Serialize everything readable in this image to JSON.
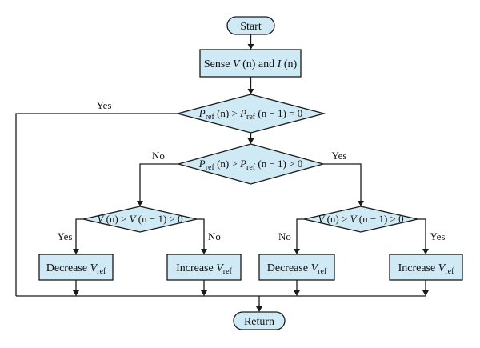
{
  "flowchart": {
    "start": "Start",
    "sense": {
      "prefix": "Sense ",
      "v": "V",
      "v_arg": " (n) ",
      "and": "and ",
      "i": "I",
      "i_arg": " (n)"
    },
    "cond1": {
      "p1": "P",
      "p1_sub": "ref",
      "p1_arg": " (n) > ",
      "p2": "P",
      "p2_sub": "ref",
      "p2_arg": " (n − 1) = 0"
    },
    "cond2": {
      "p1": "P",
      "p1_sub": "ref",
      "p1_arg": " (n) > ",
      "p2": "P",
      "p2_sub": "ref",
      "p2_arg": " (n − 1) > 0"
    },
    "cond_left": {
      "v1": "V",
      "arg1": " (n) > ",
      "v2": "V",
      "arg2": " (n − 1) > 0"
    },
    "cond_right": {
      "v1": "V",
      "arg1": " (n) > ",
      "v2": "V",
      "arg2": " (n − 1) > 0"
    },
    "box1": {
      "text": "Decrease ",
      "v": "V",
      "sub": "ref"
    },
    "box2": {
      "text": "Increase ",
      "v": "V",
      "sub": "ref"
    },
    "box3": {
      "text": "Decrease ",
      "v": "V",
      "sub": "ref"
    },
    "box4": {
      "text": "Increase ",
      "v": "V",
      "sub": "ref"
    },
    "return": "Return",
    "labels": {
      "yes_cond1": "Yes",
      "no_cond2": "No",
      "yes_cond2": "Yes",
      "yes_left": "Yes",
      "no_left": "No",
      "no_right": "No",
      "yes_right": "Yes"
    }
  }
}
